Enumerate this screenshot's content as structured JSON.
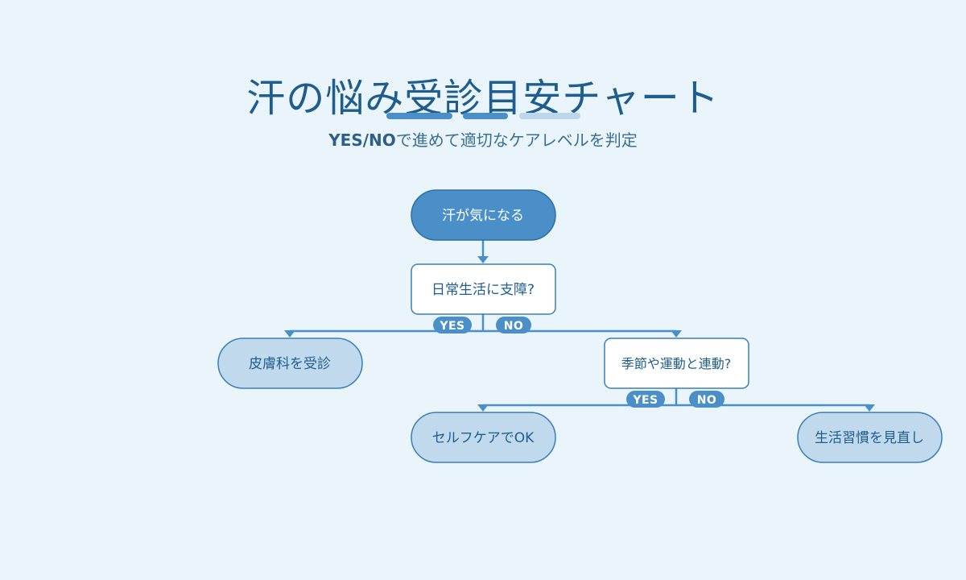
{
  "header": {
    "title": "汗の悩み受診目安チャート",
    "subtitle_strong": "YES/NO",
    "subtitle_rest": "で進めて適切なケアレベルを判定"
  },
  "colors": {
    "background": "#e9f4fb",
    "accent": "#4a8fc8",
    "node_fill_light": "#c0d9ec",
    "node_fill_white": "#ffffff",
    "text": "#1f5d8f",
    "bar_light": "#bcd6ea"
  },
  "diagram": {
    "start": "汗が気になる",
    "q1": "日常生活に支障?",
    "q1_yes": "YES",
    "q1_no": "NO",
    "result_dermatology": "皮膚科を受診",
    "q2": "季節や運動と連動?",
    "q2_yes": "YES",
    "q2_no": "NO",
    "result_selfcare": "セルフケアでOK",
    "result_lifestyle": "生活習慣を見直し"
  }
}
